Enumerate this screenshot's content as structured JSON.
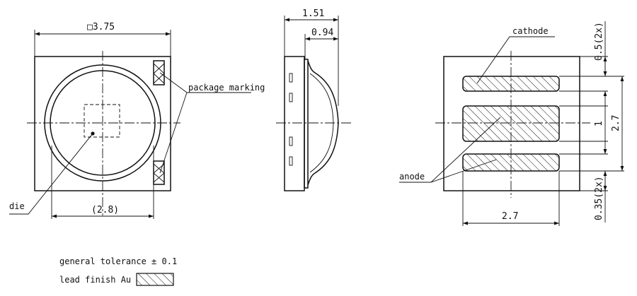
{
  "colors": {
    "ink": "#111111",
    "paper": "#ffffff"
  },
  "dimensions": {
    "top_width": "□3.75",
    "top_inner": "(2.8)",
    "side_total": "1.51",
    "side_dome": "0.94",
    "pad_width": "2.7",
    "pad_height": "2.7",
    "pad_pitch": "1",
    "pad_top_gap": "0.5(2x)",
    "pad_bottom_gap": "0.35(2x)"
  },
  "labels": {
    "package_marking": "package marking",
    "die": "die",
    "cathode": "cathode",
    "anode": "anode"
  },
  "notes": {
    "tolerance": "general tolerance ± 0.1",
    "lead_finish": "lead finish Au"
  }
}
